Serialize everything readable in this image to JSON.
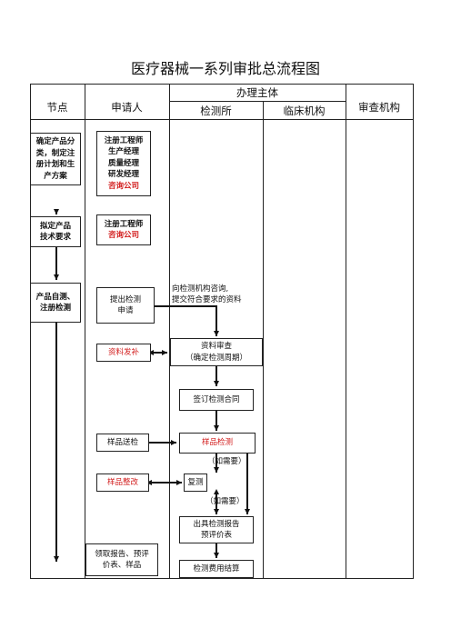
{
  "title": "医疗器械一系列审批总流程图",
  "header": {
    "node": "节点",
    "applicant": "申请人",
    "handling_body": "办理主体",
    "testing_institute": "检测所",
    "clinical_institution": "临床机构",
    "review_institution": "审查机构"
  },
  "nodes": {
    "n1": "确定产品分类，制定注册计划和生产方案",
    "n2": "拟定产品技术要求",
    "n3": "产品自测、注册检测"
  },
  "applicant": {
    "a1": [
      "注册工程师",
      "生产经理",
      "质量经理",
      "研发经理"
    ],
    "a1_red": "咨询公司",
    "a2": "注册工程师",
    "a2_red": "咨询公司",
    "submit": "提出检测申请",
    "supplement": "资料发补",
    "send_sample": "样品送检",
    "rectify": "样品整改",
    "collect": "领取报告、预评价表、样品"
  },
  "testing": {
    "consult_note_1": "向检测机构咨询,",
    "consult_note_2": "提交符合要求的资料",
    "review": "资料审查",
    "review_sub": "（确定检测周期）",
    "contract": "签订检测合同",
    "sample_test": "样品检测",
    "if_needed_1": "（如需要）",
    "retest": "复测",
    "if_needed_2": "（如需要）",
    "report_1": "出具检测报告",
    "report_2": "预评价表",
    "settlement": "检测费用结算"
  },
  "colors": {
    "line": "#222222",
    "highlight": "#d21c1c"
  }
}
